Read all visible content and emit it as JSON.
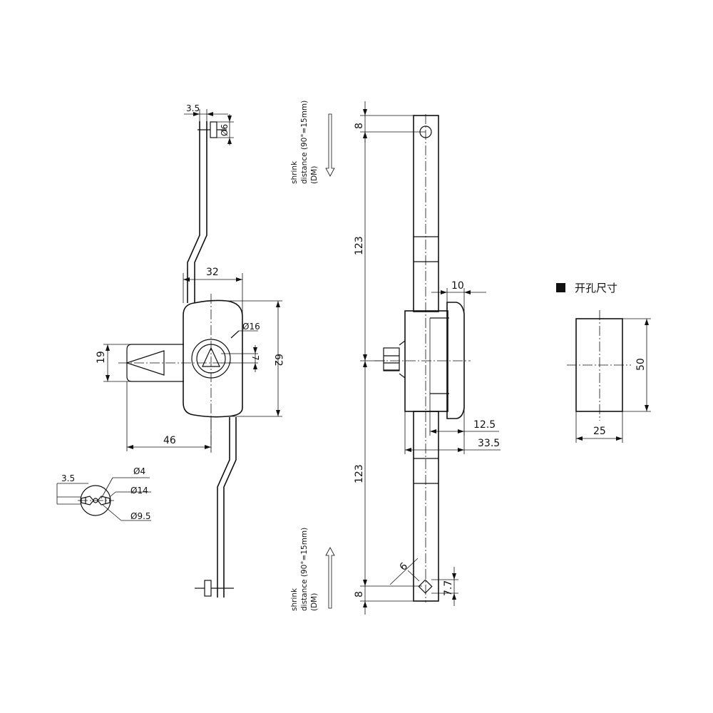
{
  "dims": {
    "d_3_5_top": "3.5",
    "d_phi6": "Ø6",
    "d_32": "32",
    "d_phi16": "Ø16",
    "d_7": "7",
    "d_62": "62",
    "d_19": "19",
    "d_46": "46",
    "d_3_5_key": "3.5",
    "d_phi4": "Ø4",
    "d_phi14": "Ø14",
    "d_phi9_5": "Ø9.5",
    "d_8_top": "8",
    "d_123_top": "123",
    "d_10": "10",
    "d_12_5": "12.5",
    "d_33_5": "33.5",
    "d_123_bottom": "123",
    "d_6": "6",
    "d_7_7": "7.7",
    "d_8_bottom": "8",
    "d_50": "50",
    "d_25": "25"
  },
  "notes": {
    "shrink_top": [
      "shrink",
      "distance (90°=15mm)",
      "(DM)"
    ],
    "shrink_bottom": [
      "shrink",
      "distance (90°=15mm)",
      "(DM)"
    ]
  },
  "cutout": {
    "title": "开孔尺寸"
  }
}
